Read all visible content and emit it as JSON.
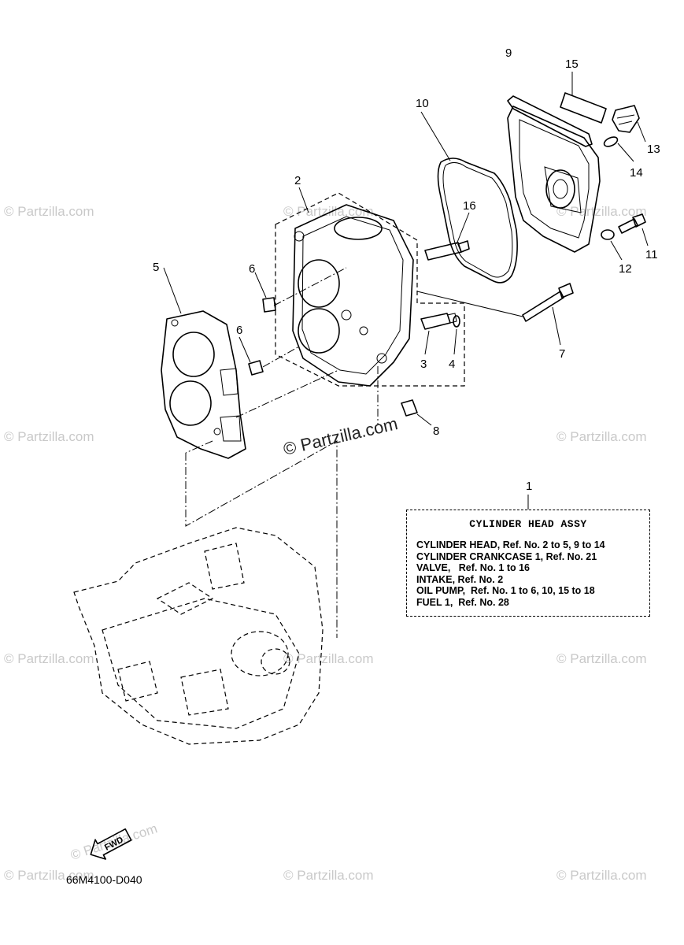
{
  "watermark_text": "© Partzilla.com",
  "center_watermark": "© Partzilla.com",
  "callouts": {
    "c1": "1",
    "c2": "2",
    "c3": "3",
    "c4": "4",
    "c5": "5",
    "c6a": "6",
    "c6b": "6",
    "c7": "7",
    "c8": "8",
    "c9": "9",
    "c10": "10",
    "c11": "11",
    "c12": "12",
    "c13": "13",
    "c14": "14",
    "c15": "15",
    "c16": "16"
  },
  "legend": {
    "title": "CYLINDER HEAD ASSY",
    "lines": [
      "CYLINDER HEAD, Ref. No. 2 to 5, 9 to 14",
      "CYLINDER CRANKCASE 1, Ref. No. 21",
      "VALVE,   Ref. No. 1 to 16",
      "INTAKE, Ref. No. 2",
      "OIL PUMP,  Ref. No. 1 to 6, 10, 15 to 18",
      "FUEL 1,  Ref. No. 28"
    ]
  },
  "fwd_label": "FWD",
  "diagram_code": "66M4100-D040"
}
